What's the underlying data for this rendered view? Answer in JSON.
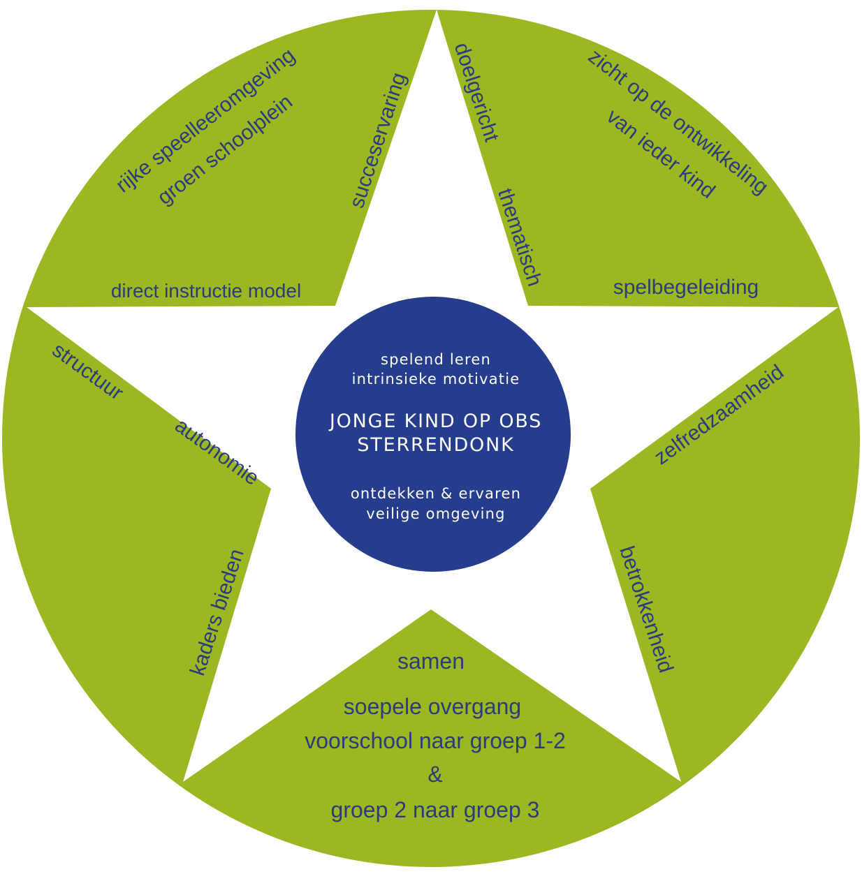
{
  "colors": {
    "green": "#9bb823",
    "navy": "#263c8d",
    "text": "#2d3a7c",
    "star": "#ffffff",
    "center_text": "#ffffff"
  },
  "center": {
    "line1": "spelend leren",
    "line2": "intrinsieke motivatie",
    "title1": "JONGE KIND OP OBS",
    "title2": "STERRENDONK",
    "line3": "ontdekken & ervaren",
    "line4": "veilige omgeving"
  },
  "segments": {
    "top_left": {
      "l1": "rijke speelleeromgeving",
      "l2": "groen schoolplein",
      "l3": "succeservaring",
      "l4": "direct instructie model"
    },
    "top_right": {
      "l1": "doelgericht",
      "l2": "thematisch",
      "l3": "zicht op  de ontwikkeling",
      "l4": "van ieder kind",
      "l5": "spelbegeleiding"
    },
    "left": {
      "l1": "structuur",
      "l2": "autonomie",
      "l3": "kaders bieden"
    },
    "right": {
      "l1": "zelfredzaamheid",
      "l2": "betrokkenheid"
    },
    "bottom": {
      "l1": "samen",
      "l2": "soepele overgang",
      "l3": "voorschool naar groep 1-2",
      "l4": "&",
      "l5": "groep 2 naar groep 3"
    }
  }
}
